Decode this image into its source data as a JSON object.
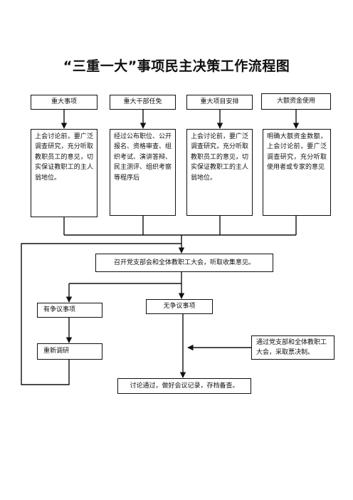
{
  "title": "“三重一大”事项民主决策工作流程图",
  "categories": [
    {
      "label": "重大事项",
      "description": "上会讨论前，要广泛调查研究，充分听取教职员工的意见，切实保证教职工的主人翁地位。"
    },
    {
      "label": "重大干部任免",
      "description": "经过公布职位、公开报名、资格审查、组织考试、演讲答辩、民主测评、组织考察等程序后"
    },
    {
      "label": "重大项目安排",
      "description": "上会讨论前，要广泛调查研究，充分听取教职员工的意见，切实保证教职工的主人翁地位。"
    },
    {
      "label": "大额资金使用",
      "description": "明确大额资金数额，上会讨论前，要广泛调查研究，充分听取使用者或专家的意见"
    }
  ],
  "meeting": "召开党支部会和全体教职工大会，听取收集意见。",
  "disputed": "有争议事项",
  "undisputed": "无争议事项",
  "reinvestigate": "重新调研",
  "vote": "通过党支部和全体教职工大会，采取票决制。",
  "final": "讨论通过，做好会议记录，存档备查。"
}
